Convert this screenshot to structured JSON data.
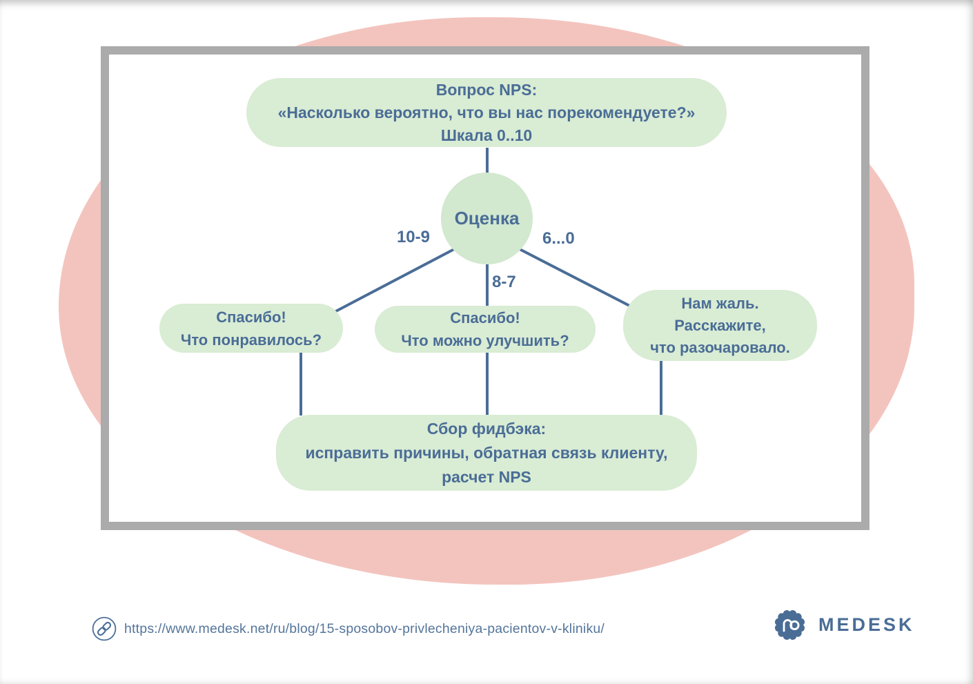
{
  "colors": {
    "accent_blue": "#4a6d96",
    "node_green": "#d9ecd4",
    "circle_green": "#d2e8cf",
    "blob_pink": "#f3c4be",
    "frame_gray": "#ababab",
    "url_blue": "#54759b"
  },
  "diagram": {
    "question_box": {
      "lines": [
        "Вопрос NPS:",
        "«Насколько вероятно, что вы нас порекомендуете?»",
        "Шкала 0..10"
      ]
    },
    "score_circle": {
      "label": "Оценка"
    },
    "edge_labels": {
      "promoters": "10-9",
      "passives": "8-7",
      "detractors": "6...0"
    },
    "promoter_box": {
      "lines": [
        "Спасибо!",
        "Что понравилось?"
      ]
    },
    "passive_box": {
      "lines": [
        "Спасибо!",
        "Что можно улучшить?"
      ]
    },
    "detractor_box": {
      "lines": [
        "Нам жаль.",
        "Расскажите,",
        "что разочаровало."
      ]
    },
    "feedback_box": {
      "lines": [
        "Сбор фидбэка:",
        "исправить причины, обратная связь клиенту,",
        "расчет NPS"
      ]
    }
  },
  "footer": {
    "url": "https://www.medesk.net/ru/blog/15-sposobov-privlecheniya-pacientov-v-kliniku/",
    "brand": "MEDESK"
  }
}
